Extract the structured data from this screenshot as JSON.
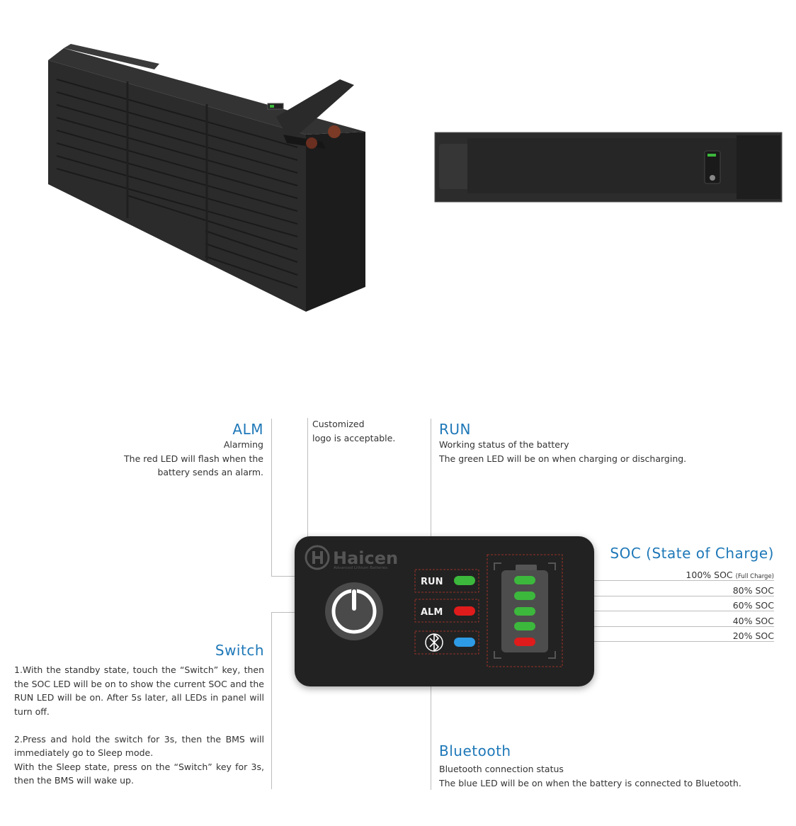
{
  "alm": {
    "title": "ALM",
    "subtitle": "Alarming",
    "line1": "The red LED will flash when the",
    "line2": "battery sends an alarm."
  },
  "logo_note": {
    "line1": "Customized",
    "line2": "logo is acceptable."
  },
  "run": {
    "title": "RUN",
    "subtitle": "Working status of the battery",
    "line1": "The green LED will be on when charging or discharging."
  },
  "soc": {
    "title": "SOC (State of Charge)",
    "levels": [
      {
        "label": "100% SOC",
        "note": "(Full Charge)",
        "color": "#3cb83c"
      },
      {
        "label": "80% SOC",
        "note": "",
        "color": "#3cb83c"
      },
      {
        "label": "60% SOC",
        "note": "",
        "color": "#3cb83c"
      },
      {
        "label": "40% SOC",
        "note": "",
        "color": "#3cb83c"
      },
      {
        "label": "20% SOC",
        "note": "",
        "color": "#e01b1b"
      }
    ]
  },
  "switch": {
    "title": "Switch",
    "para1": "1.With the standby state, touch the “Switch” key, then the SOC LED will be on to show the current SOC and the RUN LED will be on. After 5s later, all LEDs in panel will turn off.",
    "para2": "2.Press and hold the switch for 3s, then the BMS will immediately go to Sleep mode.",
    "para3": "With the Sleep state, press on the “Switch” key for 3s, then the BMS will wake up."
  },
  "bluetooth": {
    "title": "Bluetooth",
    "subtitle": "Bluetooth connection status",
    "line1": "The blue LED will be on when the battery is connected to Bluetooth."
  },
  "panel": {
    "brand": "Haicen",
    "tagline": "Advanced Lithium Batteries",
    "run_label": "RUN",
    "alm_label": "ALM",
    "colors": {
      "panel": "#222222",
      "run_led": "#3cb83c",
      "alm_led": "#e01b1b",
      "bt_led": "#2e9be6",
      "accent": "#1e78b8"
    }
  }
}
